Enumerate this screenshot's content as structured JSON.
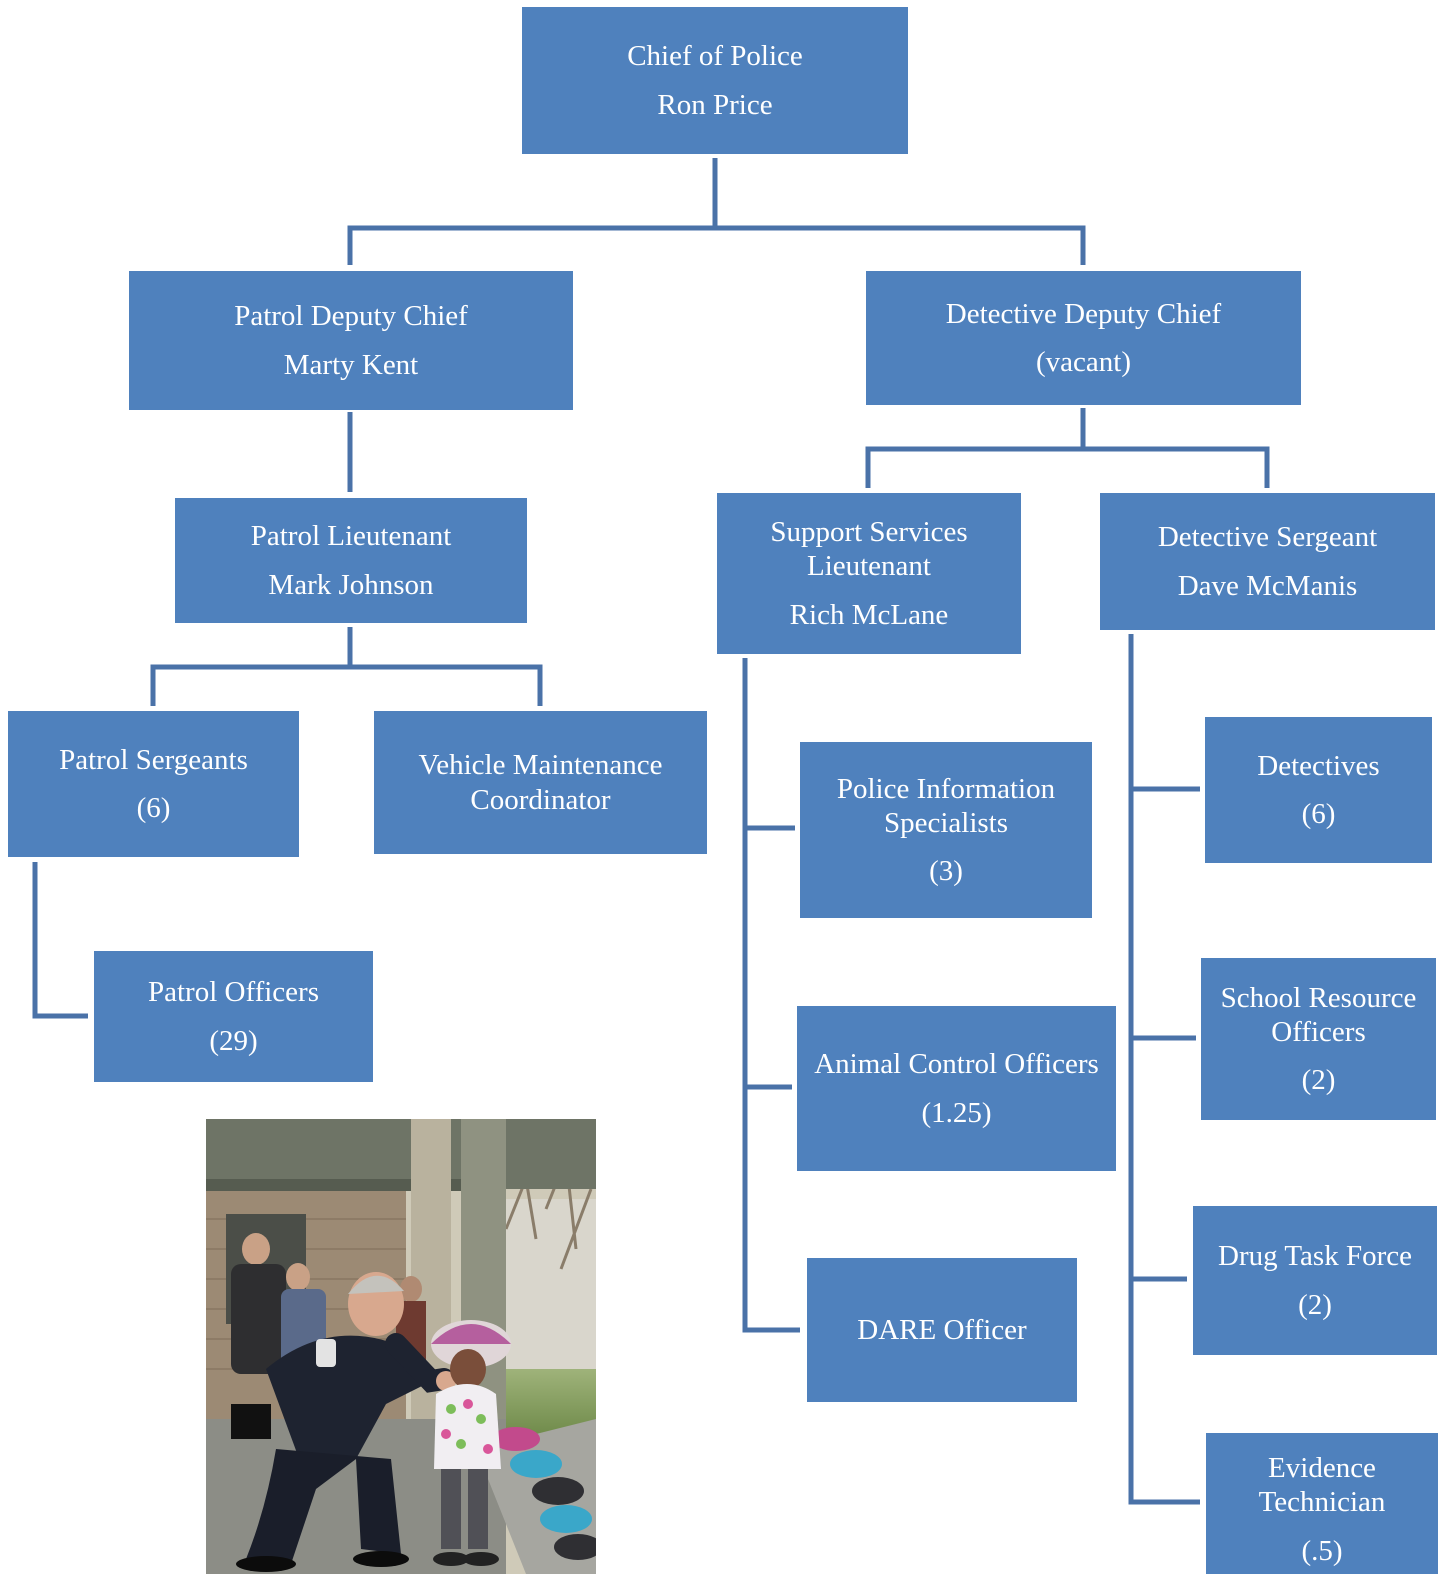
{
  "chart": {
    "chief": {
      "title": "Chief of Police",
      "name": "Ron Price"
    },
    "patrol_deputy": {
      "title": "Patrol Deputy Chief",
      "name": "Marty Kent"
    },
    "detective_deputy": {
      "title": "Detective Deputy Chief",
      "name": "(vacant)"
    },
    "patrol_lieutenant": {
      "title": "Patrol Lieutenant",
      "name": "Mark Johnson"
    },
    "support_lieutenant": {
      "title_line1": "Support Services",
      "title_line2": "Lieutenant",
      "name": "Rich McLane"
    },
    "detective_sergeant": {
      "title": "Detective Sergeant",
      "name": "Dave McManis"
    },
    "patrol_sergeants": {
      "title": "Patrol Sergeants",
      "count": "(6)"
    },
    "vehicle_maintenance": {
      "title_line1": "Vehicle Maintenance",
      "title_line2": "Coordinator"
    },
    "patrol_officers": {
      "title": "Patrol Officers",
      "count": "(29)"
    },
    "police_info": {
      "title_line1": "Police Information",
      "title_line2": "Specialists",
      "count": "(3)"
    },
    "animal_control": {
      "title": "Animal Control Officers",
      "count": "(1.25)"
    },
    "dare": {
      "title": "DARE Officer"
    },
    "detectives": {
      "title": "Detectives",
      "count": "(6)"
    },
    "school_resource": {
      "title_line1": "School Resource",
      "title_line2": "Officers",
      "count": "(2)"
    },
    "drug_task_force": {
      "title": "Drug Task Force",
      "count": "(2)"
    },
    "evidence_tech": {
      "title_line1": "Evidence",
      "title_line2": "Technician",
      "count": "(.5)"
    }
  },
  "colors": {
    "box_fill": "#4f81bd",
    "connector": "#4a72a8",
    "text": "#ffffff"
  }
}
